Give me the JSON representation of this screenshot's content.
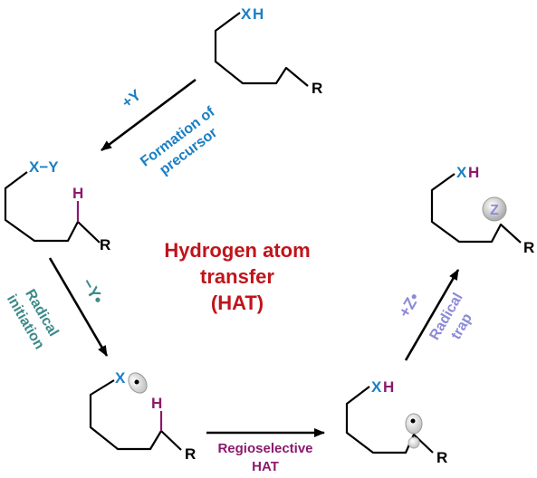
{
  "center": {
    "line1": "Hydrogen atom",
    "line2": "transfer",
    "line3": "(HAT)"
  },
  "colors": {
    "red": "#c0141b",
    "blue": "#1a7fc4",
    "teal": "#3e8a8a",
    "magenta": "#8b1a6b",
    "lavender": "#8c8ad8",
    "black": "#000000"
  },
  "molecule_top": {
    "x": "X",
    "h": "H",
    "r": "R"
  },
  "molecule_left": {
    "xy": "X−Y",
    "h": "H",
    "r": "R"
  },
  "molecule_bottom_left": {
    "x": "X",
    "h": "H",
    "r": "R"
  },
  "molecule_bottom_right": {
    "x": "X",
    "h": "H",
    "r": "R"
  },
  "molecule_right": {
    "x": "X",
    "h": "H",
    "z": "Z",
    "r": "R"
  },
  "step_formation": {
    "reagent": "+Y",
    "label_line1": "Formation of",
    "label_line2": "precursor"
  },
  "step_initiation": {
    "reagent": "−Y•",
    "label_line1": "Radical",
    "label_line2": "initiation"
  },
  "step_hat": {
    "label_line1": "Regioselective",
    "label_line2": "HAT"
  },
  "step_trap": {
    "reagent": "+Z•",
    "label_line1": "Radical",
    "label_line2": "trap"
  }
}
